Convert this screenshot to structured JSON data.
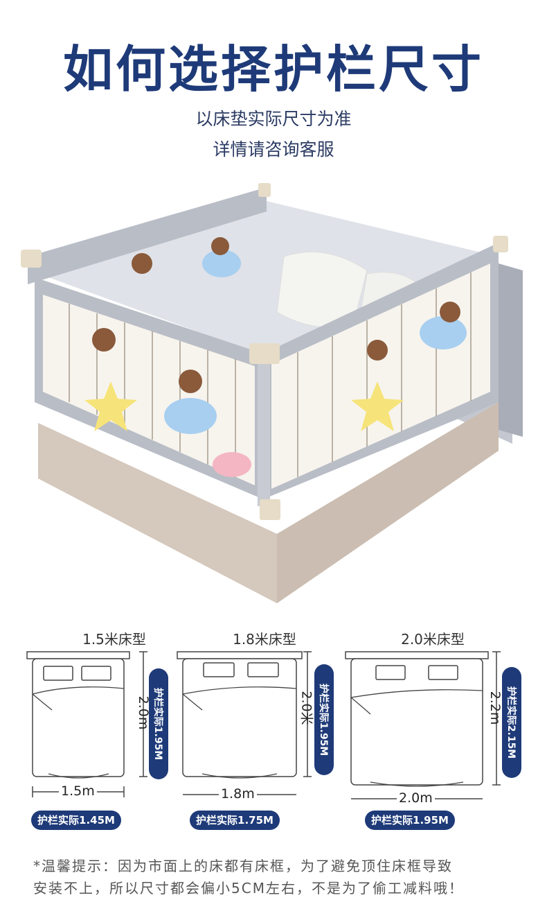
{
  "header": {
    "title": "如何选择护栏尺寸",
    "subtitle_1": "以床垫实际尺寸为准",
    "subtitle_2": "详情请咨询客服"
  },
  "colors": {
    "title_navy": "#1e3a78",
    "rail_gray": "#b9bdc6",
    "bed_base": "#d9cdc3",
    "panel_bg": "#f7f4ee"
  },
  "bed_types": [
    {
      "label": "1.5米床型",
      "length_label": "2.0m",
      "width_label": "1.5m",
      "rail_length": "护栏实际1.95M",
      "rail_width": "护栏实际1.45M"
    },
    {
      "label": "1.8米床型",
      "length_label": "2.0米",
      "width_label": "1.8m",
      "rail_length": "护栏实际1.95M",
      "rail_width": "护栏实际1.75M"
    },
    {
      "label": "2.0米床型",
      "length_label": "2.2m",
      "width_label": "2.0m",
      "rail_length": "护栏实际2.15M",
      "rail_width": "护栏实际1.95M"
    }
  ],
  "tip": {
    "line_1": "*温馨提示：因为市面上的床都有床框，为了避免顶住床框导致",
    "line_2": "安装不上，所以尺寸都会偏小5CM左右，不是为了偷工减料哦！"
  }
}
